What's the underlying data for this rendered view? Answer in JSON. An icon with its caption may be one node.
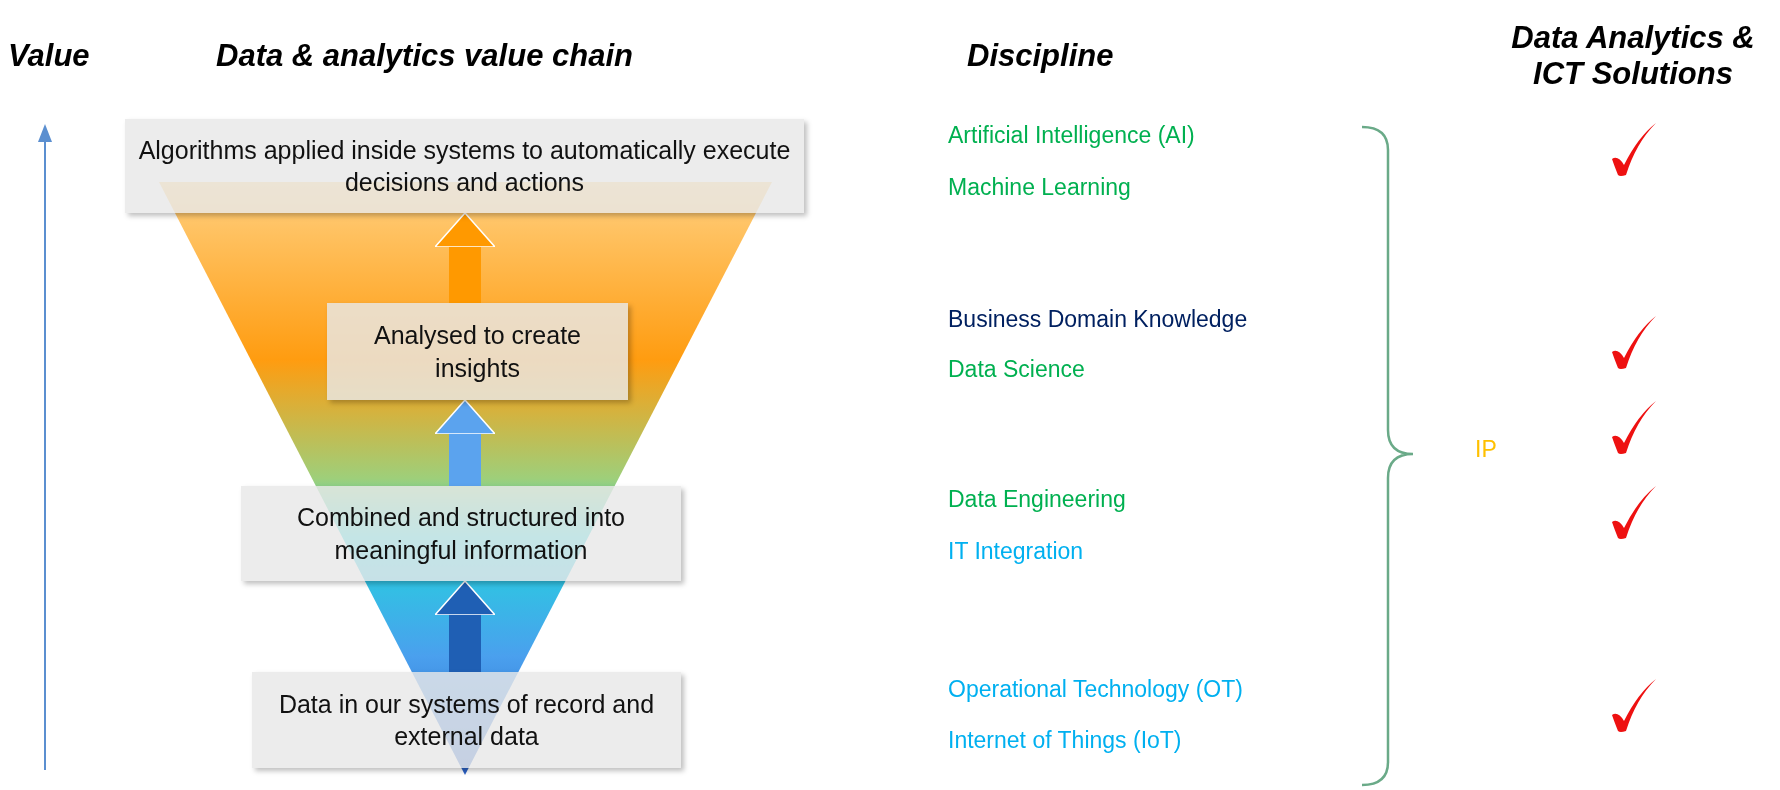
{
  "diagram": {
    "nodes": [
      {
        "text": [
          "Data in our systems of record and external data"
        ]
      },
      {
        "text": [
          "Combined and structured into meaningful information"
        ]
      },
      {
        "text": [
          "Analysed to create insights"
        ]
      },
      {
        "text": [
          "Algorithms applied inside systems to automatically execute decisions and actions"
        ]
      }
    ],
    "edges": [
      {
        "from": 0,
        "to": 1,
        "arrow": "to",
        "color": "#1f5fb4"
      },
      {
        "from": 1,
        "to": 2,
        "arrow": "to",
        "color": "#5ba3ee"
      },
      {
        "from": 2,
        "to": 3,
        "arrow": "to",
        "color": "#ff9900"
      }
    ],
    "labels": [
      "Value",
      "Data & analytics value chain",
      "Discipline",
      "Data Analytics & ICT Solutions",
      "Artificial Intelligence (AI)",
      "Machine Learning",
      "Business Domain Knowledge",
      "Data Science",
      "IP",
      "Data Engineering",
      "IT Integration",
      "Operational Technology (OT)",
      "Internet of Things (IoT)"
    ]
  }
}
